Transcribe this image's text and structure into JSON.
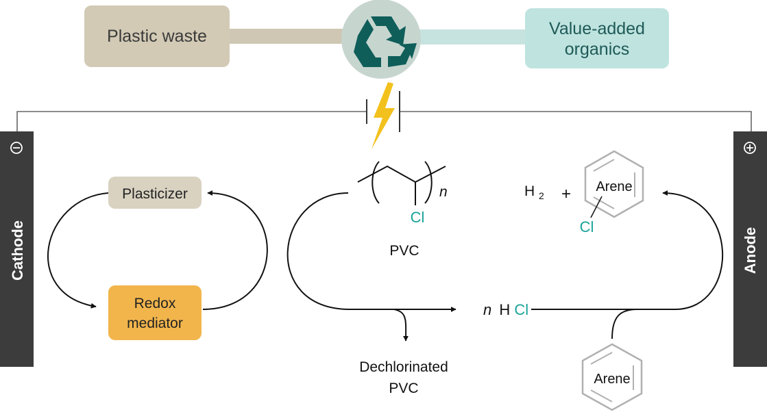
{
  "header": {
    "source_label": "Plastic waste",
    "target_label_line1": "Value-added",
    "target_label_line2": "organics"
  },
  "electrodes": {
    "cathode_label": "Cathode",
    "cathode_sign": "⊖",
    "anode_label": "Anode",
    "anode_sign": "⊕"
  },
  "cathode_cycle": {
    "plasticizer_label": "Plasticizer",
    "mediator_line1": "Redox",
    "mediator_line2": "mediator"
  },
  "polymer": {
    "subscript": "n",
    "substituent": "Cl",
    "name": "PVC"
  },
  "products": {
    "dechlorinated_line1": "Dechlorinated",
    "dechlorinated_line2": "PVC",
    "hcl_coefficient": "n",
    "hcl_h": "H",
    "hcl_cl": "Cl"
  },
  "anode_products": {
    "h2_symbol": "H",
    "h2_subscript": "2",
    "plus": "+",
    "arene_top_label": "Arene",
    "arene_top_substituent": "Cl",
    "arene_bottom_label": "Arene"
  },
  "colors": {
    "plastic_box": "#d2cab5",
    "organics_box": "#bfe3df",
    "connector_left": "#cfc7b3",
    "connector_right": "#c7e3df",
    "recycle_circle": "#c7d5cf",
    "recycle_icon": "#0f5e5a",
    "electrode": "#3c3c3c",
    "bolt": "#f2c11d",
    "plasticizer_box": "#d9d2c1",
    "mediator_box": "#f2b54c",
    "chlorine": "#19a39a",
    "arene_ring": "#b0b0b0"
  }
}
